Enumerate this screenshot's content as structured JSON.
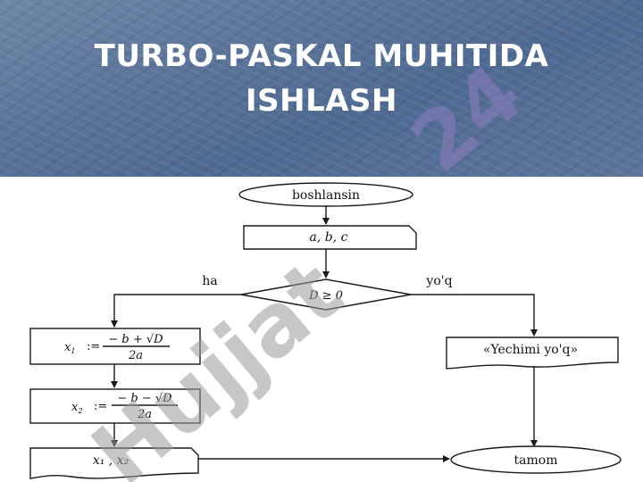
{
  "slide": {
    "title_line1": "TURBO-PASKAL MUHITIDA",
    "title_line2": "ISHLASH"
  },
  "flowchart": {
    "start": "boshlansin",
    "input": "a, b, c",
    "condition": "D ≥ 0",
    "branch_yes": "ha",
    "branch_no": "yo'q",
    "x1_lhs": "x",
    "x1_sub": "1",
    "x2_lhs": "x",
    "x2_sub": "2",
    "assign": ":=",
    "x1_numerator": "− b + √D",
    "x2_numerator": "− b − √D",
    "denominator": "2a",
    "output_vars": "x₁ , x₂",
    "no_solution_msg": "«Yechimi yo'q»",
    "end": "tamom"
  },
  "watermark": {
    "text": "Hujjat",
    "number": "24",
    "color": "#9a9a9a"
  }
}
